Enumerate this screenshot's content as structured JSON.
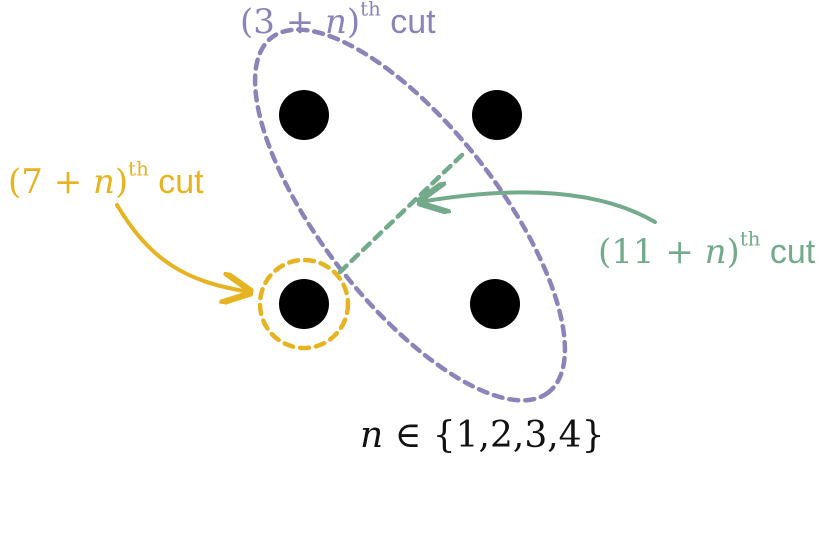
{
  "colors": {
    "purple": "#8c83b8",
    "yellow": "#e6b321",
    "green": "#74aa8c",
    "dot": "#000000",
    "text": "#111111"
  },
  "labels": {
    "purple_cut": {
      "open": "(3 + ",
      "var": "n",
      "close": ")",
      "sup": "th",
      "word": " cut"
    },
    "yellow_cut": {
      "open": "(7 + ",
      "var": "n",
      "close": ")",
      "sup": "th",
      "word": " cut"
    },
    "green_cut": {
      "open": "(11 + ",
      "var": "n",
      "close": ")",
      "sup": "th",
      "word": " cut"
    },
    "set": {
      "var": "n",
      "rest": " ∈ {1,2,3,4}"
    }
  }
}
